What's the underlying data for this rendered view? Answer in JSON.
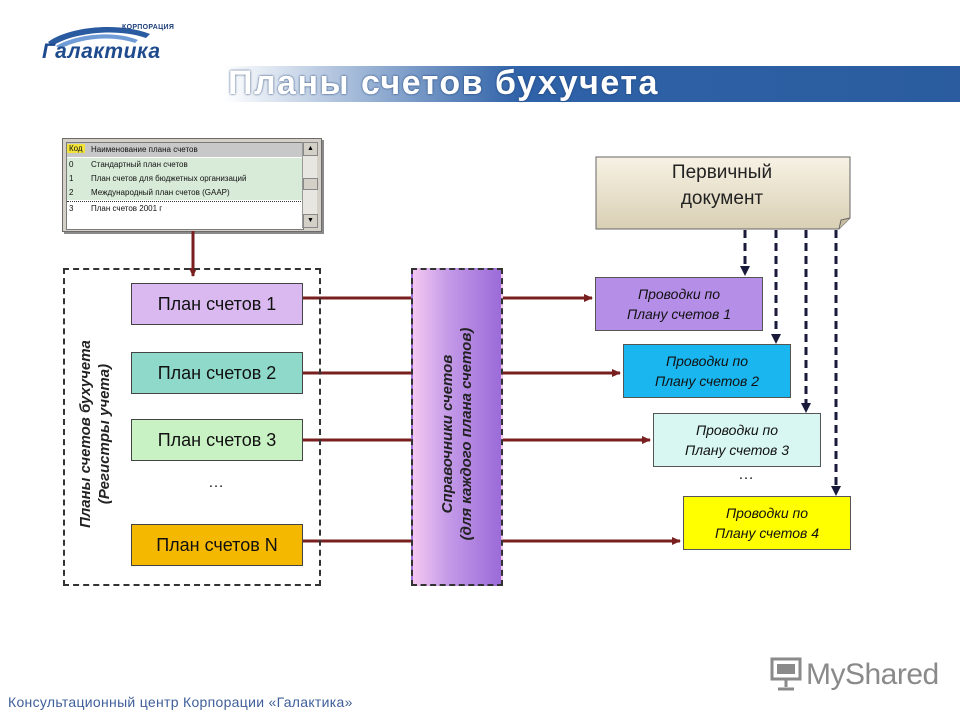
{
  "header": {
    "logo_small": "КОРПОРАЦИЯ",
    "logo_main": "Галактика",
    "title": "Планы счетов бухучета"
  },
  "window": {
    "columns": [
      "Код",
      "Наименование плана счетов"
    ],
    "rows": [
      {
        "code": "0",
        "name": "Стандартный план счетов"
      },
      {
        "code": "1",
        "name": "План счетов для бюджетных организаций"
      },
      {
        "code": "2",
        "name": "Международный план счетов (GAAP)"
      },
      {
        "code": "3",
        "name": "План счетов 2001 г"
      }
    ]
  },
  "left_group": {
    "label_line1": "Планы счетов бухучета",
    "label_line2": "(Регистры учета)",
    "plans": [
      "План счетов 1",
      "План счетов 2",
      "План счетов 3",
      "План счетов N"
    ],
    "ellipsis": "…"
  },
  "middle_group": {
    "label_line1": "Справочники счетов",
    "label_line2": "(для каждого плана счетов)"
  },
  "primary_document": {
    "line1": "Первичный",
    "line2": "документ"
  },
  "postings": [
    {
      "line1": "Проводки по",
      "line2": "Плану счетов 1"
    },
    {
      "line1": "Проводки по",
      "line2": "Плану счетов 2"
    },
    {
      "line1": "Проводки по",
      "line2": "Плану счетов 3"
    },
    {
      "line1": "Проводки по",
      "line2": "Плану счетов 4"
    }
  ],
  "postings_ellipsis": "…",
  "footer": {
    "text": "Консультационный центр Корпорации «Галактика»",
    "brand": "MyShared"
  },
  "colors": {
    "arrow": "#7a1f1f",
    "title_band": "#2f62a8",
    "plan1": "#d9b9f0",
    "plan2": "#8ed9c9",
    "plan3": "#c9f2c4",
    "planN": "#f5b800",
    "post1": "#b58ee8",
    "post2": "#19b6ef",
    "post3": "#d8f7f2",
    "post4": "#ffff00"
  }
}
